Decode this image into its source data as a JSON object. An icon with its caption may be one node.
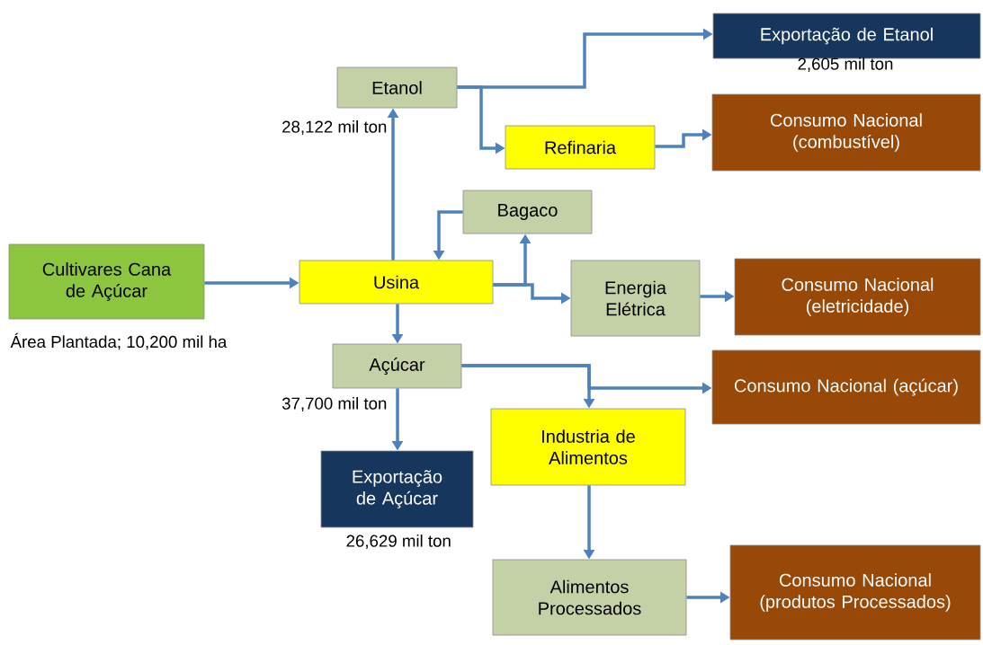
{
  "diagram": {
    "nodes": [
      {
        "text": [
          "Exportação de Etanol"
        ],
        "beside": [
          "2,605 mil ton"
        ]
      },
      {
        "text": [
          "Etanol"
        ],
        "beside": [
          "28,122 mil ton"
        ]
      },
      {
        "text": [
          "Refinaria"
        ]
      },
      {
        "text": [
          "Consumo Nacional (combustível)"
        ]
      },
      {
        "text": [
          "Bagaco"
        ]
      },
      {
        "text": [
          "Cultivares Cana de Açúcar"
        ],
        "beside": [
          "Área Plantada; 10,200 mil ha"
        ]
      },
      {
        "text": [
          "Usina"
        ]
      },
      {
        "text": [
          "Energia Elétrica"
        ]
      },
      {
        "text": [
          "Consumo Nacional (eletricidade)"
        ]
      },
      {
        "text": [
          "Açúcar"
        ],
        "beside": [
          "37,700 mil ton"
        ]
      },
      {
        "text": [
          "Consumo Nacional (açúcar)"
        ]
      },
      {
        "text": [
          "Industria de Alimentos"
        ]
      },
      {
        "text": [
          "Exportação de Açúcar"
        ],
        "beside": [
          "26,629 mil ton"
        ]
      },
      {
        "text": [
          "Alimentos Processados"
        ]
      },
      {
        "text": [
          "Consumo Nacional (produtos Processados)"
        ]
      }
    ],
    "edges": [
      {
        "from": 5,
        "to": 6,
        "arrow": "to"
      },
      {
        "from": 6,
        "to": 1,
        "arrow": "to"
      },
      {
        "from": 1,
        "to": 0,
        "arrow": "to"
      },
      {
        "from": 1,
        "to": 2,
        "arrow": "to"
      },
      {
        "from": 2,
        "to": 3,
        "arrow": "to"
      },
      {
        "from": 4,
        "to": 6,
        "arrow": "to"
      },
      {
        "from": 6,
        "to": 4,
        "arrow": "to"
      },
      {
        "from": 6,
        "to": 7,
        "arrow": "to"
      },
      {
        "from": 7,
        "to": 8,
        "arrow": "to"
      },
      {
        "from": 6,
        "to": 9,
        "arrow": "to"
      },
      {
        "from": 9,
        "to": 10,
        "arrow": "to"
      },
      {
        "from": 9,
        "to": 11,
        "arrow": "to"
      },
      {
        "from": 9,
        "to": 12,
        "arrow": "to"
      },
      {
        "from": 11,
        "to": 13,
        "arrow": "to"
      },
      {
        "from": 13,
        "to": 14,
        "arrow": "to"
      }
    ]
  }
}
